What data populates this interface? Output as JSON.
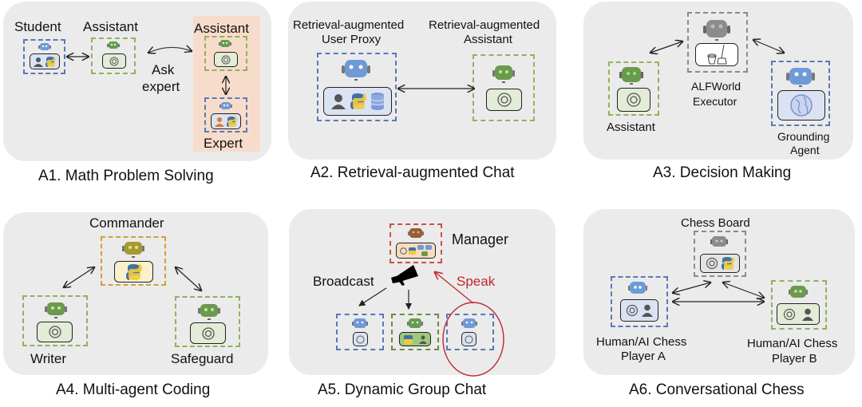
{
  "panels": {
    "a1": {
      "caption": "A1. Math Problem Solving",
      "student": "Student",
      "assistant": "Assistant",
      "ask_expert_1": "Ask",
      "ask_expert_2": "expert",
      "expert_assistant": "Assistant",
      "expert": "Expert",
      "highlight_color": "#f8dccb"
    },
    "a2": {
      "caption": "A2. Retrieval-augmented Chat",
      "user_proxy_1": "Retrieval-augmented",
      "user_proxy_2": "User Proxy",
      "assistant_1": "Retrieval-augmented",
      "assistant_2": "Assistant"
    },
    "a3": {
      "caption": "A3. Decision Making",
      "assistant": "Assistant",
      "executor_1": "ALFWorld",
      "executor_2": "Executor",
      "grounding_1": "Grounding",
      "grounding_2": "Agent"
    },
    "a4": {
      "caption": "A4. Multi-agent Coding",
      "commander": "Commander",
      "writer": "Writer",
      "safeguard": "Safeguard"
    },
    "a5": {
      "caption": "A5. Dynamic Group Chat",
      "manager": "Manager",
      "broadcast": "Broadcast",
      "speak": "Speak",
      "speak_color": "#c0262d"
    },
    "a6": {
      "caption": "A6. Conversational Chess",
      "board": "Chess Board",
      "player_a_1": "Human/AI Chess",
      "player_a_2": "Player A",
      "player_b_1": "Human/AI Chess",
      "player_b_2": "Player B"
    }
  },
  "colors": {
    "panel_bg": "#ebebeb",
    "robot_blue": "#6f9ad8",
    "robot_green": "#6a9a4e",
    "robot_grey": "#8c8c8c",
    "robot_olive": "#a39a34",
    "robot_brown": "#9a5c36"
  },
  "icons": [
    "robot-icon",
    "user-icon",
    "python-icon",
    "openai-icon",
    "database-icon",
    "globe-icon",
    "bucket-mop-icon",
    "megaphone-icon"
  ]
}
